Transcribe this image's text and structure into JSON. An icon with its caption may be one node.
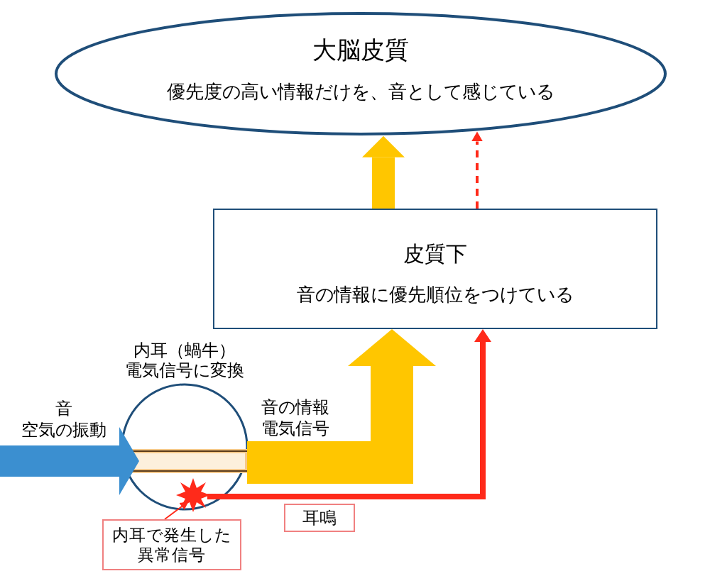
{
  "diagram": {
    "nodes": [
      {
        "text": [
          "大脳皮質",
          "優先度の高い情報だけを、音として感じている"
        ]
      },
      {
        "text": [
          "皮質下",
          "音の情報に優先順位をつけている"
        ]
      },
      {
        "text": [
          "内耳（蝸牛）",
          "電気信号に変換"
        ]
      },
      {
        "text": [],
        "shape": "star",
        "in": 2
      },
      {
        "text": [
          "内耳で発生した異常信号"
        ]
      },
      {
        "text": [
          "耳鳴"
        ]
      }
    ],
    "edges": [
      {
        "from": null,
        "to": 2,
        "arrow": "to",
        "style": "thick",
        "color": "#3b8fd0"
      },
      {
        "from": 2,
        "to": 1,
        "arrow": "to",
        "style": "thick",
        "color": "#ffc600",
        "label": "音の情報電気信号"
      },
      {
        "from": 1,
        "to": 0,
        "arrow": "to",
        "style": "thick",
        "color": "#ffc600"
      },
      {
        "from": 1,
        "to": 0,
        "arrow": "to",
        "style": "dashed",
        "color": "#ff2a1a"
      },
      {
        "from": 3,
        "to": 1,
        "arrow": "to",
        "color": "#ff2a1a"
      },
      {
        "from": 4,
        "to": 3,
        "arrow": "to",
        "color": "#ff2a1a"
      }
    ],
    "labels": [
      "音",
      "空気の振動"
    ]
  }
}
